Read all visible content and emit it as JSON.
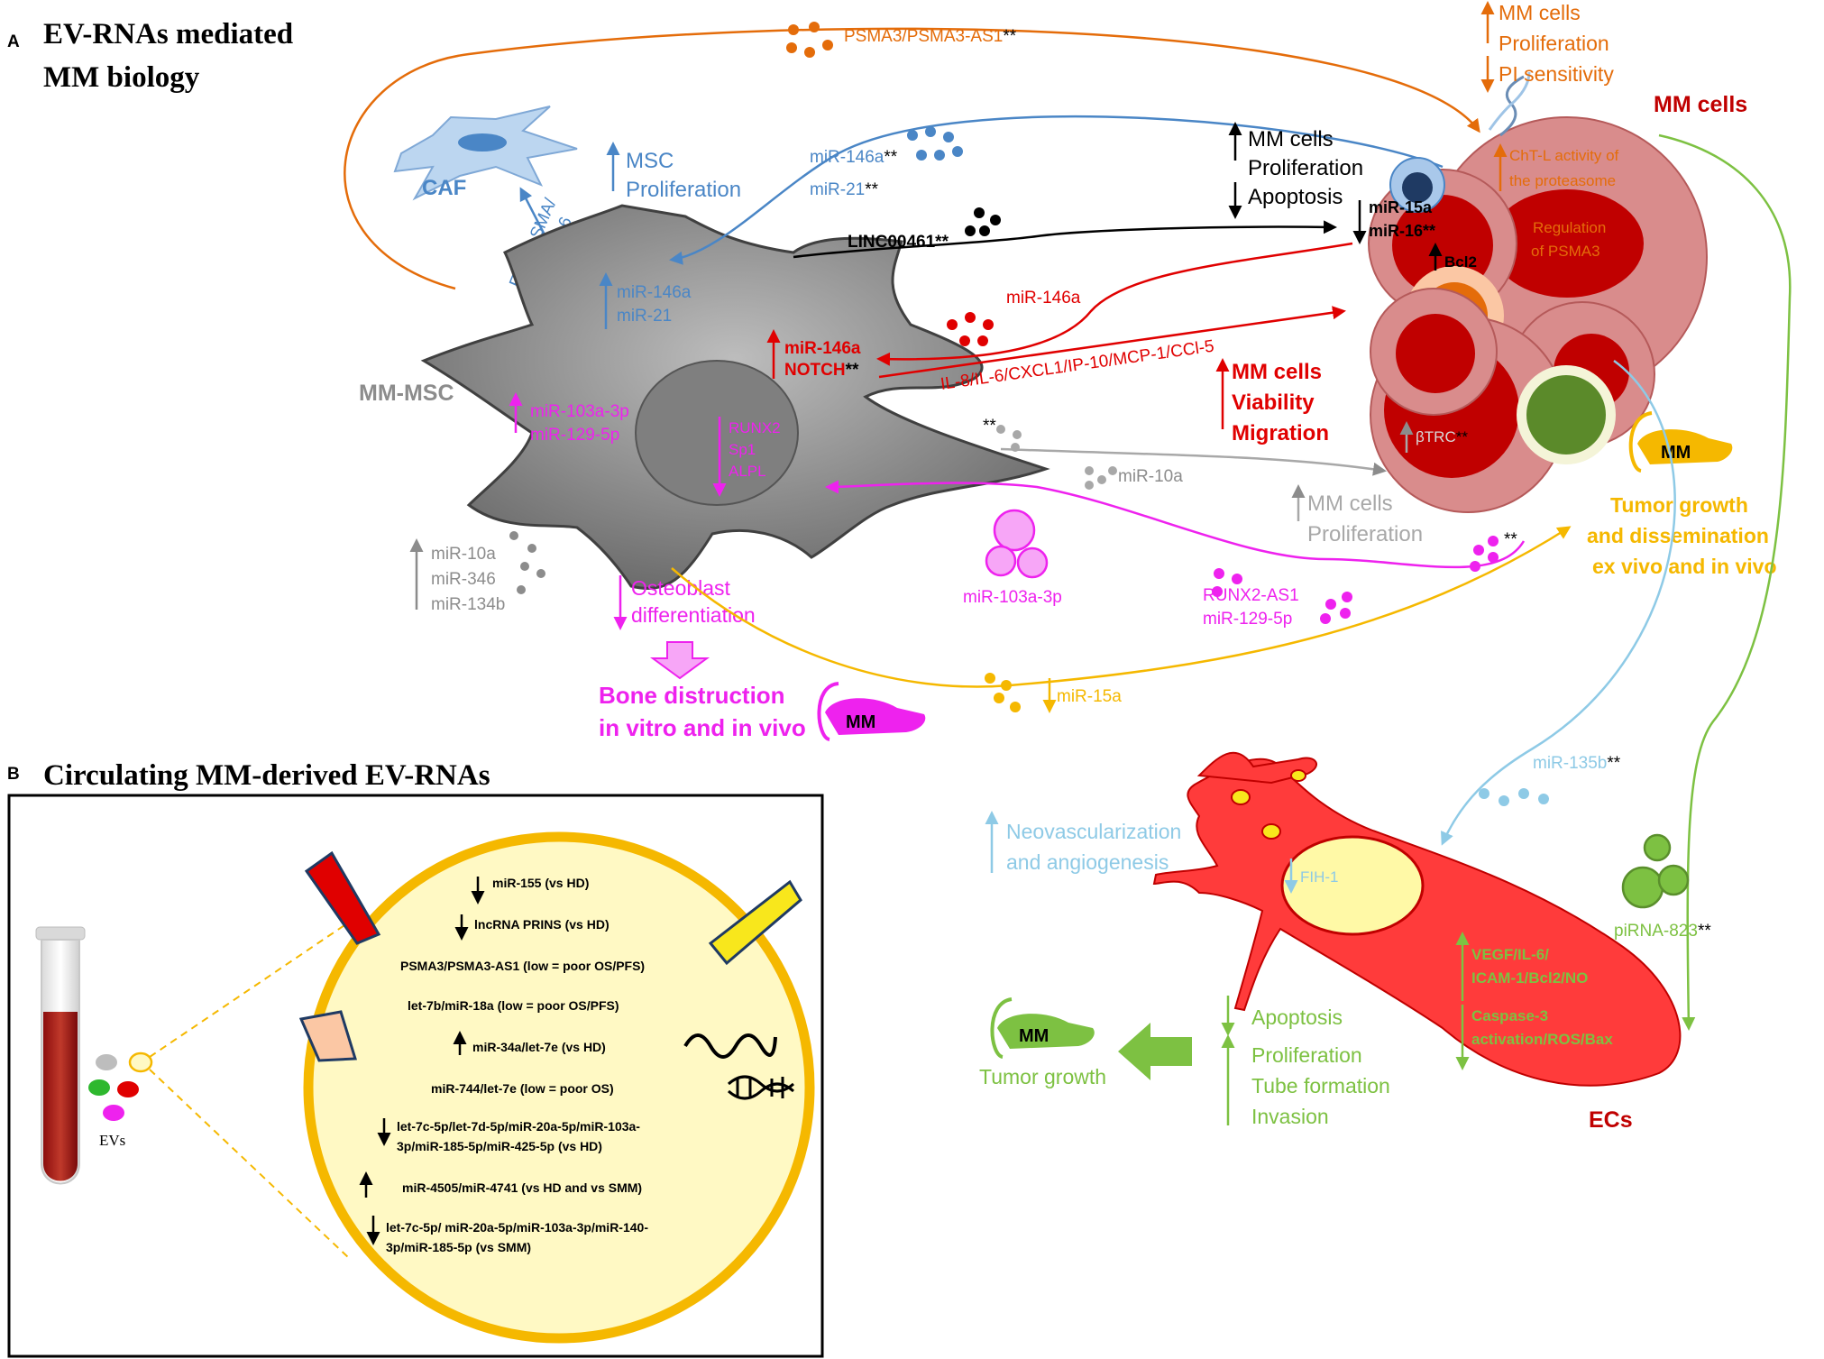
{
  "panel_a": {
    "letter": "A",
    "title_line1": "EV-RNAs mediated",
    "title_line2": "MM biology",
    "caf_label": "CAF",
    "msc_prolif_1": "MSC",
    "msc_prolif_2": "Proliferation",
    "fap_label_1": "FAP/α-SMA/",
    "fap_label_2": "SDF-1/IL-6",
    "psma3_ev": "PSMA3/PSMA3-AS1",
    "mm_prolif_pi_1": "MM cells",
    "mm_prolif_pi_2": "Proliferation",
    "mm_prolif_pi_3": "PI sensitivity",
    "mm_cells_title": "MM cells",
    "cht_l_1": "ChT-L activity of",
    "cht_l_2": "the proteasome",
    "reg_psma3_1": "Regulation",
    "reg_psma3_2": "of PSMA3",
    "mir146a21_ev_1": "miR-146a",
    "mir146a21_ev_2": "miR-21",
    "mm_prolif_apop_1": "MM cells",
    "mm_prolif_apop_2": "Proliferation",
    "mm_prolif_apop_3": "Apoptosis",
    "linc_ev": "LINC00461",
    "mir15a16_1": "miR-15a",
    "mir16_2": "miR-16",
    "bcl2": "Bcl2",
    "msc_mir146a_1": "miR-146a",
    "msc_mir21_2": "miR-21",
    "mir146a_ev": "miR-146a",
    "msc_mir146a_notch_1": "miR-146a",
    "msc_notch_2": "NOTCH",
    "cytokines": "IL-8/IL-6/CXCL1/IP-10/MCP-1/CCl-5",
    "mm_viab_1": "MM cells",
    "mm_viab_2": "Viability",
    "mm_viab_3": "Migration",
    "mm_msc_label": "MM-MSC",
    "msc_mir103_1": "miR-103a-3p",
    "msc_mir129_2": "miR-129-5p",
    "runx2_1": "RUNX2",
    "runx2_2": "Sp1",
    "runx2_3": "ALPL",
    "mir10a_ev": "miR-10a",
    "btrc": "βTRC",
    "mm_prolif_grey_1": "MM cells",
    "mm_prolif_grey_2": "Proliferation",
    "mm_mouse": "MM",
    "tumor_growth_1": "Tumor growth",
    "tumor_growth_2": "and dissemination",
    "tumor_growth_3": "ex vivo and in vivo",
    "left_grey_1": "miR-10a",
    "left_grey_2": "miR-346",
    "left_grey_3": "miR-134b",
    "osteo_1": "Osteoblast",
    "osteo_2": "differentiation",
    "mir103_ev": "miR-103a-3p",
    "runx2as1_1": "RUNX2-AS1",
    "runx2as1_2": "miR-129-5p",
    "bone_1": "Bone distruction",
    "bone_2": "in vitro and in vivo",
    "bone_mouse": "MM",
    "mir15a_ev": "miR-15a",
    "asterisks": "**"
  },
  "panel_b": {
    "letter": "B",
    "title": "Circulating MM-derived EV-RNAs",
    "evs_label": "EVs",
    "lines": [
      "miR-155 (vs HD)",
      "lncRNA PRINS (vs HD)",
      "PSMA3/PSMA3-AS1 (low = poor OS/PFS)",
      "let-7b/miR-18a (low = poor OS/PFS)",
      "miR-34a/let-7e (vs HD)",
      "miR-744/let-7e (low = poor OS)",
      "let-7c-5p/let-7d-5p/miR-20a-5p/miR-103a-",
      "3p/miR-185-5p/miR-425-5p (vs HD)",
      "miR-4505/miR-4741 (vs HD and vs SMM)",
      "let-7c-5p/ miR-20a-5p/miR-103a-3p/miR-140-",
      "3p/miR-185-5p (vs SMM)"
    ]
  },
  "ec_section": {
    "mir135b": "miR-135b",
    "neovasc_1": "Neovascularization",
    "neovasc_2": "and angiogenesis",
    "fih1": "FIH-1",
    "pirna": "piRNA-823",
    "vegf_1": "VEGF/IL-6/",
    "vegf_2": "ICAM-1/Bcl2/NO",
    "casp_1": "Caspase-3",
    "casp_2": "activation/ROS/Bax",
    "apoptosis": "Apoptosis",
    "prolif": "Proliferation",
    "tube": "Tube formation",
    "invasion": "Invasion",
    "ecs": "ECs",
    "tumor_growth": "Tumor growth",
    "mouse": "MM"
  },
  "colors": {
    "blue": "#4a86c6",
    "orange": "#e46c0a",
    "red": "#e00000",
    "magenta": "#ee22ee",
    "grey": "#8c8c8c",
    "gold": "#f5b800",
    "green": "#7dc142",
    "lightblue": "#8ecae6",
    "darkred": "#c00000"
  }
}
